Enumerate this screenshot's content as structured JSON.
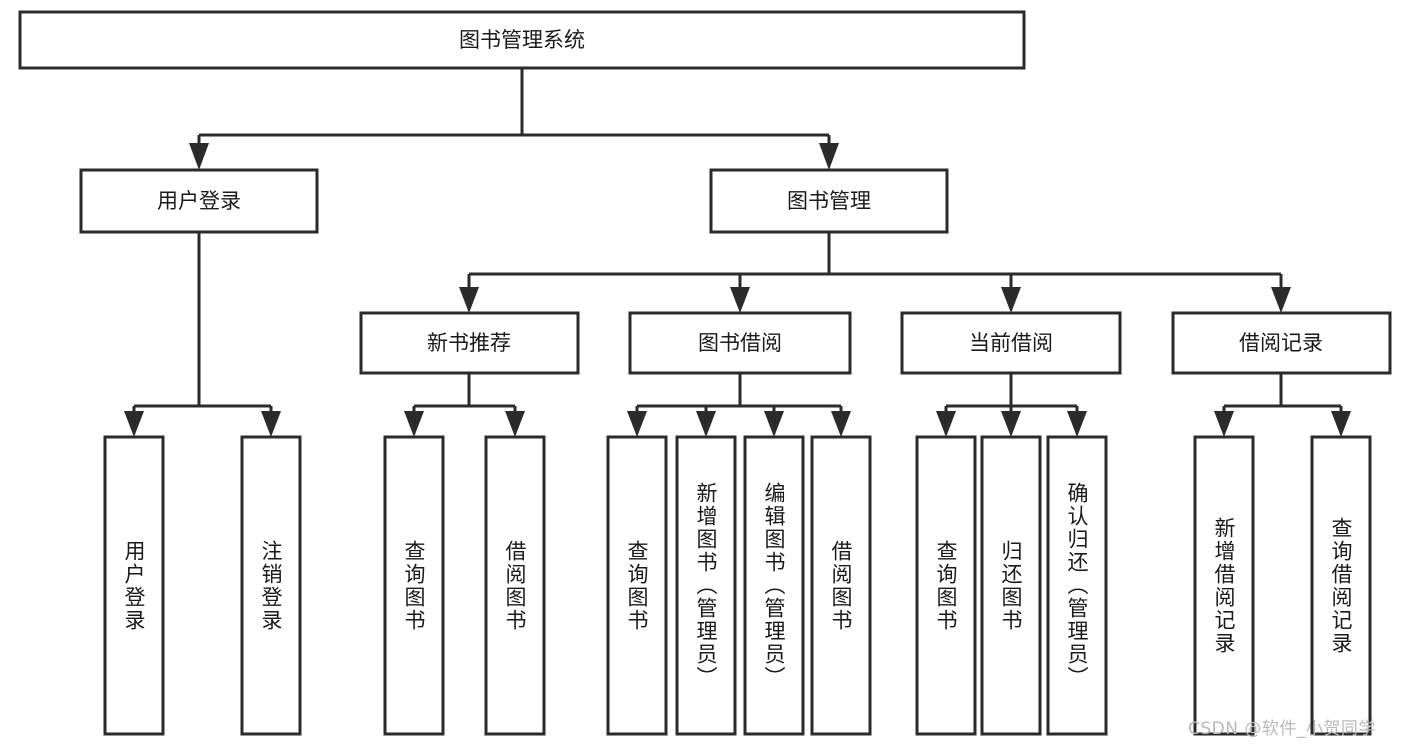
{
  "diagram": {
    "type": "tree-hierarchy",
    "title_node": {
      "label": "图书管理系统"
    },
    "level2": [
      {
        "label": "用户登录"
      },
      {
        "label": "图书管理"
      }
    ],
    "level3": [
      {
        "label": "新书推荐"
      },
      {
        "label": "图书借阅"
      },
      {
        "label": "当前借阅"
      },
      {
        "label": "借阅记录"
      }
    ],
    "leaves": {
      "user_login": [
        {
          "label": "用户登录"
        },
        {
          "label": "注销登录"
        }
      ],
      "new_book_recommend": [
        {
          "label": "查询图书"
        },
        {
          "label": "借阅图书"
        }
      ],
      "book_borrow": [
        {
          "label": "查询图书"
        },
        {
          "label": "新增图书（管理员）"
        },
        {
          "label": "编辑图书（管理员）"
        },
        {
          "label": "借阅图书"
        }
      ],
      "current_borrow": [
        {
          "label": "查询图书"
        },
        {
          "label": "归还图书"
        },
        {
          "label": "确认归还（管理员）"
        }
      ],
      "borrow_record": [
        {
          "label": "新增借阅记录"
        },
        {
          "label": "查询借阅记录"
        }
      ]
    }
  },
  "watermark": {
    "text": "CSDN @软件_小贺同学"
  },
  "colors": {
    "stroke": "#2b2b2b",
    "box_fill": "#ffffff",
    "text": "#1a1a1a",
    "background": "#ffffff",
    "watermark": "#b9b9b9"
  }
}
